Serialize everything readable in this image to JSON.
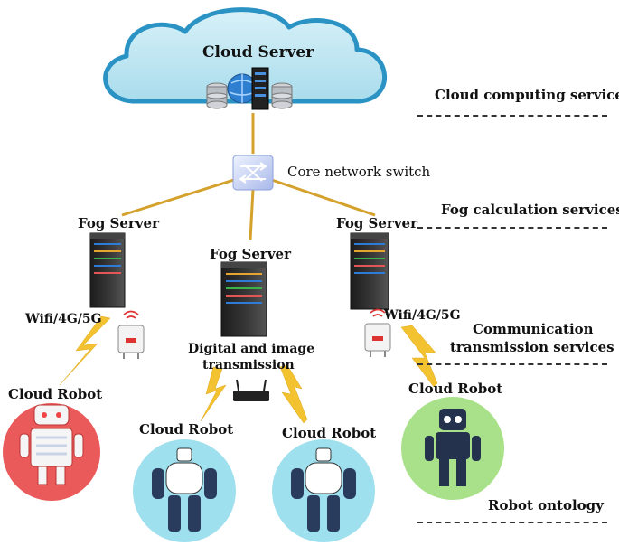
{
  "cloud": {
    "title": "Cloud Server"
  },
  "core_switch": {
    "label": "Core network switch"
  },
  "fog_servers": [
    {
      "label": "Fog Server"
    },
    {
      "label": "Fog Server"
    },
    {
      "label": "Fog Server"
    }
  ],
  "links": {
    "left": "Wifi/4G/5G",
    "right": "Wifi/4G/5G",
    "middle_line1": "Digital and image",
    "middle_line2": "transmission"
  },
  "robots": [
    {
      "label": "Cloud Robot"
    },
    {
      "label": "Cloud Robot"
    },
    {
      "label": "Cloud Robot"
    },
    {
      "label": "Cloud Robot"
    }
  ],
  "layers": {
    "cloud_computing": "Cloud computing services",
    "fog_calculation": "Fog calculation services",
    "communication_line1": "Communication",
    "communication_line2": "transmission services",
    "robot_ontology": "Robot ontology"
  },
  "colors": {
    "cloud_fill": "#bfe6f2",
    "cloud_stroke": "#2a93c4",
    "link_line": "#d4a22c",
    "lightning": "#f2c230",
    "server_body": "#2b2b2b",
    "robot_bg_red": "#ea5a5a",
    "robot_bg_blue": "#9fe0ef",
    "robot_bg_green": "#a9e08a"
  }
}
